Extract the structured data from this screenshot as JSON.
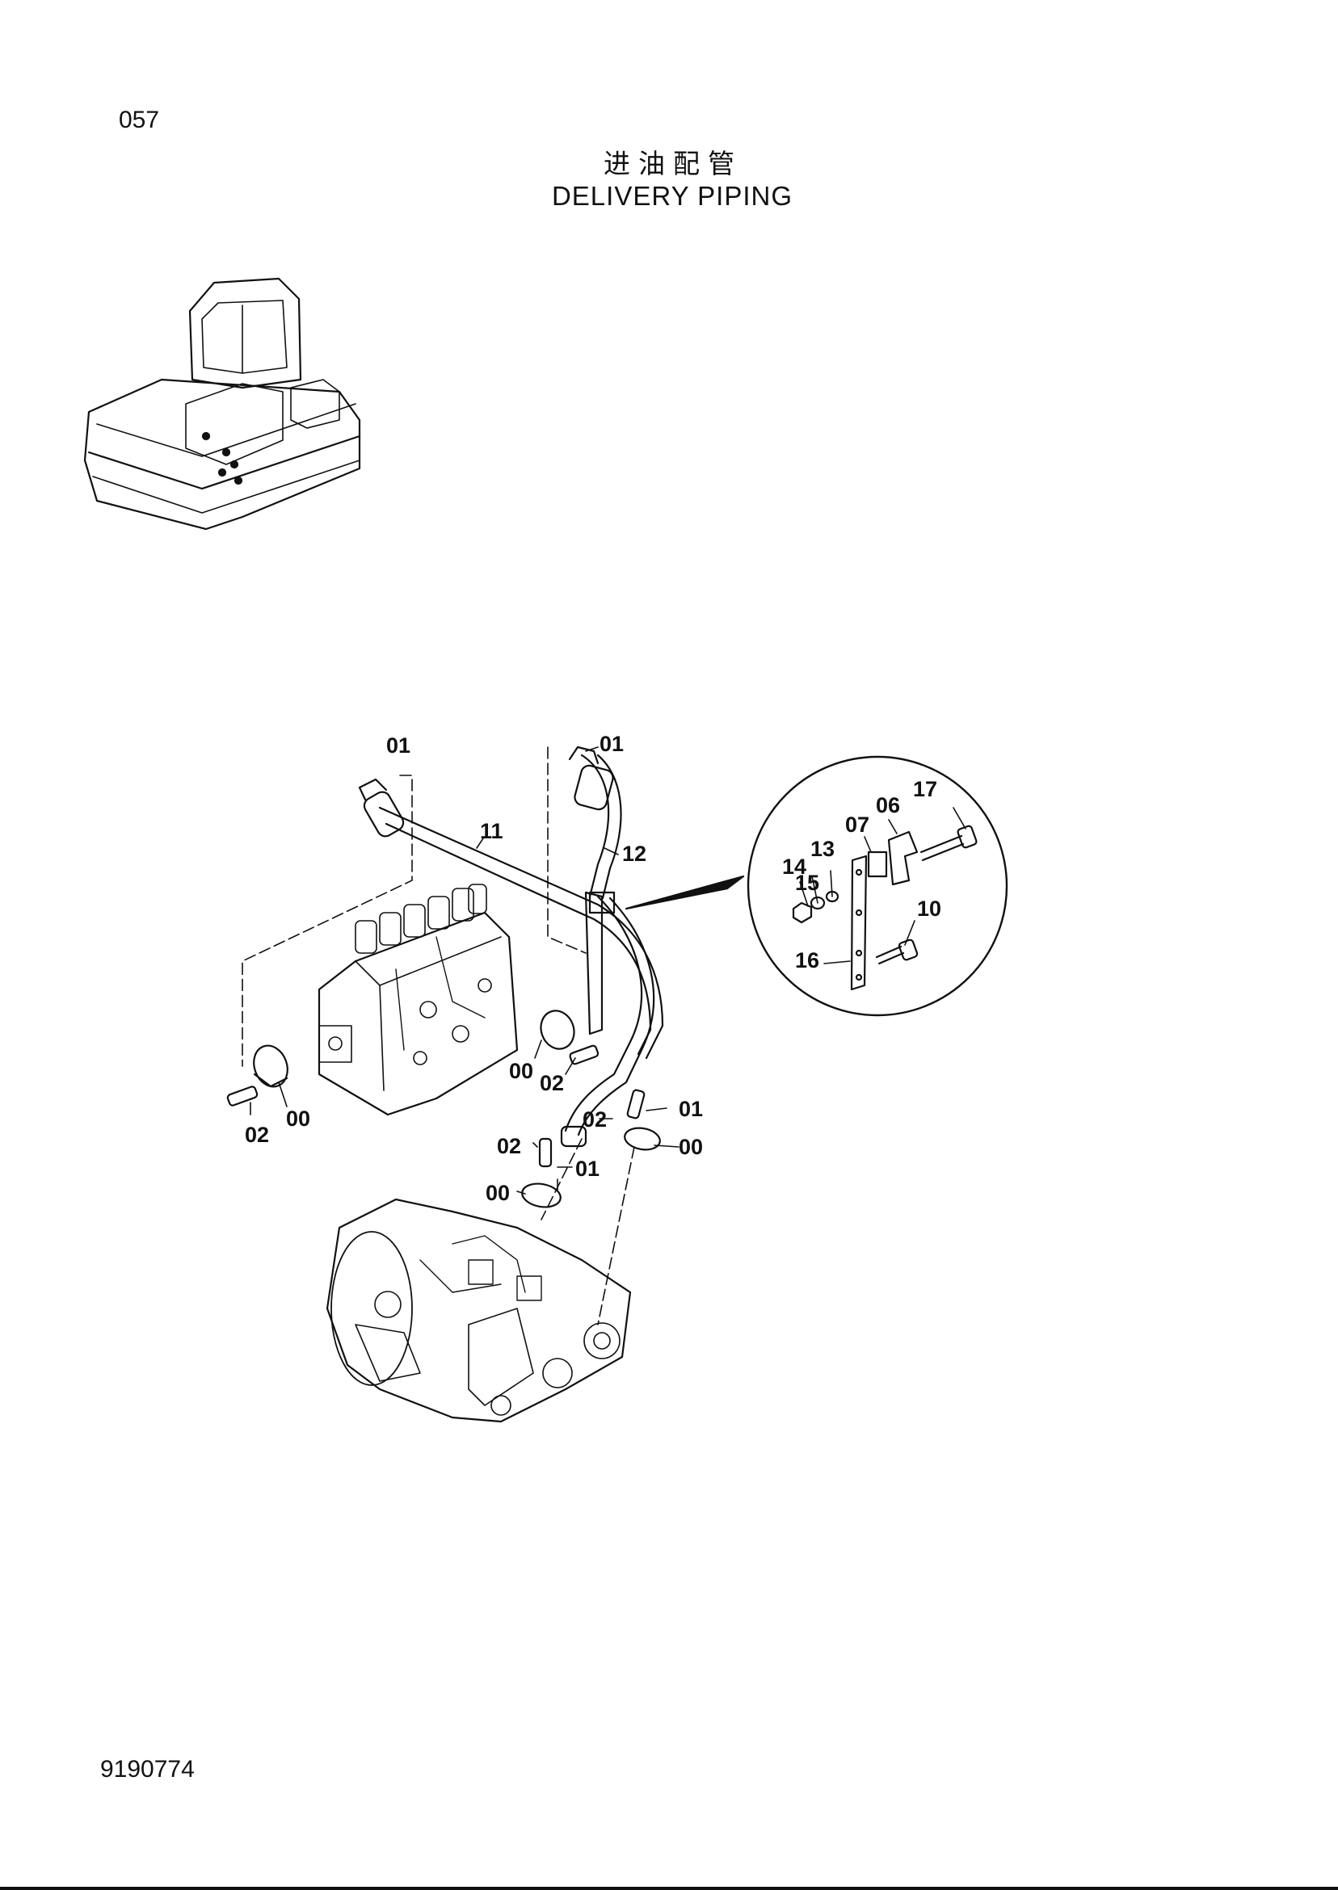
{
  "page_number": "057",
  "title_cn": "进油配管",
  "title_en": "DELIVERY PIPING",
  "doc_number": "9190774",
  "labels": {
    "p01_a": "01",
    "p01_b": "01",
    "p01_c": "01",
    "p01_d": "01",
    "p11": "11",
    "p12": "12",
    "p02_a": "02",
    "p02_b": "02",
    "p02_c": "02",
    "p02_d": "02",
    "p00_a": "00",
    "p00_b": "00",
    "p00_c": "00",
    "p00_d": "00",
    "p06": "06",
    "p07": "07",
    "p10": "10",
    "p13": "13",
    "p14": "14",
    "p15": "15",
    "p16": "16",
    "p17": "17"
  }
}
